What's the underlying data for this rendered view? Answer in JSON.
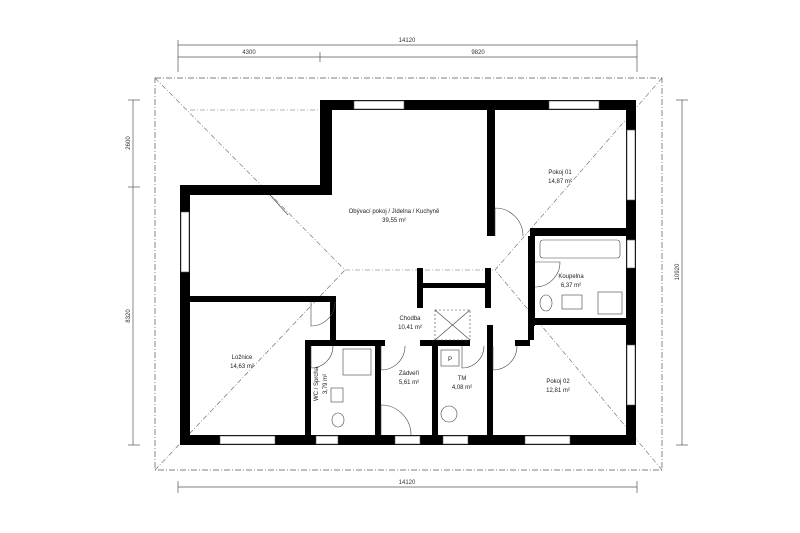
{
  "dimensions": {
    "top_total": "14120",
    "top_left": "4300",
    "top_right": "9820",
    "left_top": "2600",
    "left_bottom": "8320",
    "right_total": "10920",
    "bottom_total": "14120"
  },
  "rooms": [
    {
      "name": "Obývací pokoj / Jídelna / Kuchyně",
      "area": "39,55 m²"
    },
    {
      "name": "Pokoj 01",
      "area": "14,87 m²"
    },
    {
      "name": "Koupelna",
      "area": "6,37 m²"
    },
    {
      "name": "Chodba",
      "area": "10,41 m²"
    },
    {
      "name": "Ložnice",
      "area": "14,63 m²"
    },
    {
      "name": "WC / Sprcha",
      "area": "3,79 m²"
    },
    {
      "name": "Zádveří",
      "area": "5,61 m²"
    },
    {
      "name": "TM",
      "area": "4,08 m²"
    },
    {
      "name": "Pokoj 02",
      "area": "12,81 m²"
    }
  ],
  "symbols": {
    "boiler_label": "P"
  }
}
